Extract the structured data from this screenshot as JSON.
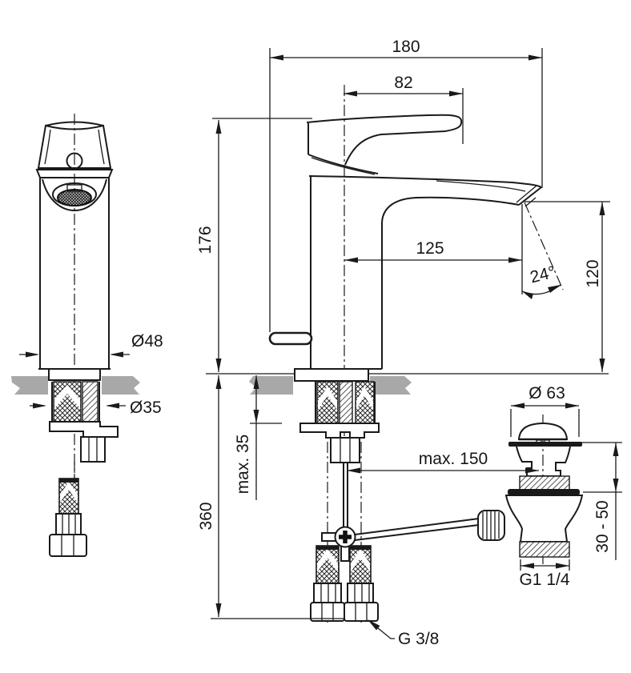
{
  "meta": {
    "description": "Technical installation drawing of a single-lever basin mixer tap with pop-up waste, three views with dimensions"
  },
  "colors": {
    "line": "#1a1a1a",
    "counter_gray": "#a8a8a8",
    "background": "#ffffff"
  },
  "dimensions": {
    "overall_depth": "180",
    "handle_projection": "82",
    "body_height": "176",
    "spout_projection": "125",
    "spout_angle": "24°",
    "outlet_height": "120",
    "base_diameter": "Ø48",
    "mounting_hole_diameter": "Ø35",
    "max_deck_thickness": "max. 35",
    "supply_hose_length": "360",
    "max_rod_reach": "max. 150",
    "waste_cap_diameter": "Ø 63",
    "waste_deck_range": "30 - 50",
    "waste_thread": "G1 1/4",
    "supply_thread": "G 3/8"
  }
}
